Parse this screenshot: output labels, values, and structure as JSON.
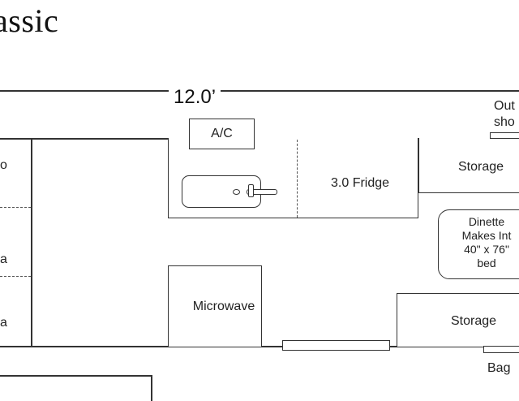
{
  "title": "assic",
  "dimension": "12.0’",
  "labels": {
    "ac": "A/C",
    "fridge": "3.0 Fridge",
    "storage_top": "Storage",
    "storage_bottom": "Storage",
    "microwave": "Microwave",
    "outside_shower_line1": "Out",
    "outside_shower_line2": "sho",
    "bag": "Bag",
    "left_1": "o",
    "left_2": "a",
    "left_3": "a"
  },
  "dinette": {
    "line1": "Dinette",
    "line2": "Makes Int",
    "line3": "40\" x 76\"",
    "line4": "bed"
  }
}
